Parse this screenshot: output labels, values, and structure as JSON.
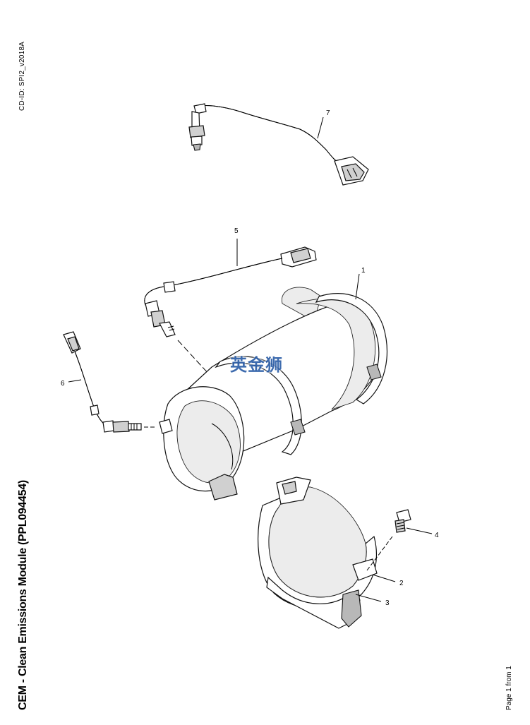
{
  "document": {
    "cd_id": "CD-ID: SPI2_v2018A",
    "title": "CEM - Clean Emissions Module (PPL094454)",
    "footer": "Page 1 from 1"
  },
  "watermark": "英金狮",
  "callouts": [
    "1",
    "2",
    "3",
    "4",
    "5",
    "6",
    "7"
  ]
}
